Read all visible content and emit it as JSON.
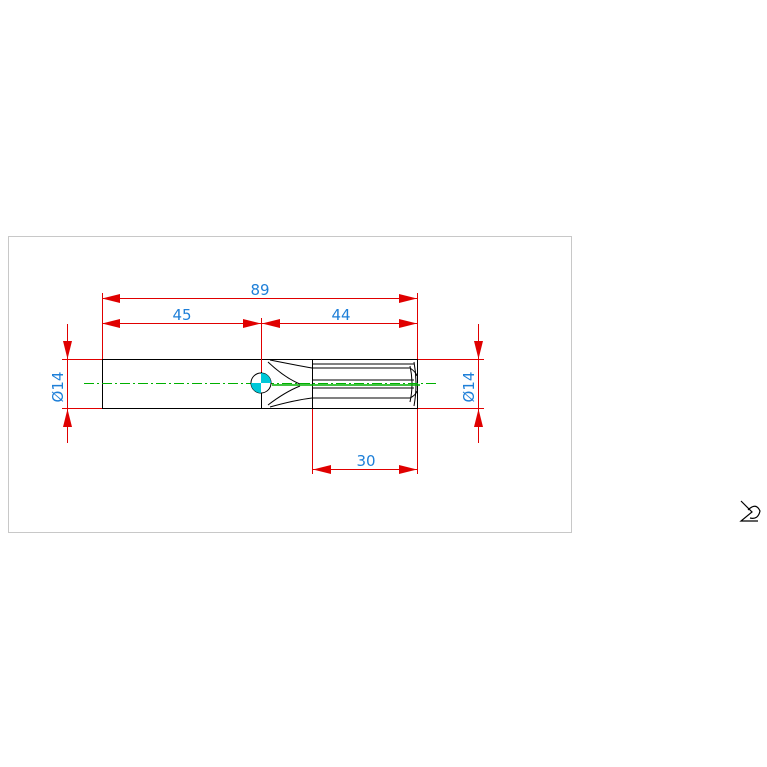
{
  "drawing": {
    "dimensions": {
      "overall_length": "89",
      "left_length": "45",
      "right_length": "44",
      "tip_length": "30",
      "left_diameter": "Ø14",
      "right_diameter": "Ø14"
    },
    "colors": {
      "dimension_line": "#e00000",
      "dimension_text": "#1e7fd8",
      "part_outline": "#000000",
      "center_line": "#00b000",
      "marker": "#00c8d8",
      "frame": "#c8c8c8"
    },
    "icons": {
      "ucs": "ucs-axis-icon",
      "cursor": "snap-marker-icon"
    }
  }
}
